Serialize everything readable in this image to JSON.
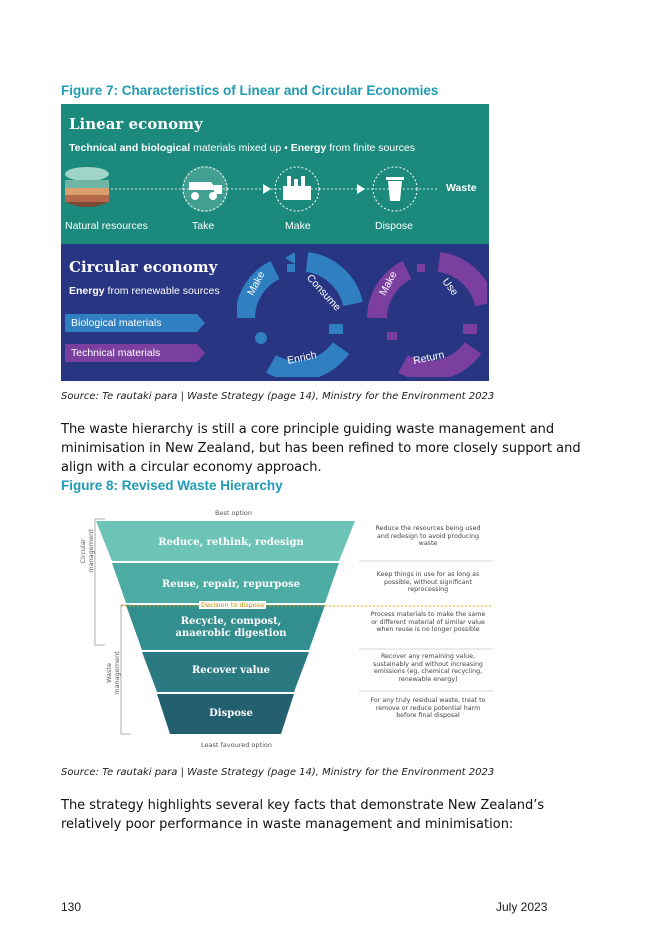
{
  "figure7": {
    "title": "Figure 7:  Characteristics of Linear and Circular Economies",
    "linear_heading": "Linear economy",
    "linear_sub_bold1": "Technical and biological",
    "linear_sub_mid": " materials mixed up • ",
    "linear_sub_bold2": "Energy",
    "linear_sub_end": " from finite sources",
    "stages": [
      "Natural resources",
      "Take",
      "Make",
      "Dispose"
    ],
    "waste_label": "Waste",
    "circular_heading": "Circular economy",
    "circular_sub_bold": "Energy",
    "circular_sub_end": " from renewable sources",
    "biological_label": "Biological materials",
    "technical_label": "Technical materials",
    "loop1": [
      "Make",
      "Consume",
      "Enrich"
    ],
    "loop2": [
      "Make",
      "Use",
      "Return"
    ],
    "source": "Source: Te rautaki para | Waste Strategy (page 14), Ministry for the Environment 2023"
  },
  "paragraph1": "The waste hierarchy is still a core principle guiding waste management and minimisation in New Zealand, but has been refined to more closely support and align with a circular economy approach.",
  "figure8": {
    "title": "Figure 8:  Revised Waste Hierarchy",
    "best_option": "Best option",
    "least_option": "Least favoured option",
    "decision_label": "Decision to dispose",
    "circular_management": "Circular management",
    "waste_management": "Waste management",
    "tiers": [
      {
        "label": "Reduce, rethink, redesign",
        "desc": "Reduce the resources being used and redesign to avoid producing waste"
      },
      {
        "label": "Reuse, repair, repurpose",
        "desc": "Keep things in use for as long as possible, without significant reprocessing"
      },
      {
        "label": "Recycle, compost, anaerobic digestion",
        "desc": "Process materials to make the same or different material of similar value when reuse is no longer possible"
      },
      {
        "label": "Recover value",
        "desc": "Recover any remaining value, sustainably and without increasing emissions (eg, chemical recycling, renewable energy)"
      },
      {
        "label": "Dispose",
        "desc": "For any truly residual waste, treat to remove or reduce potential harm before final disposal"
      }
    ],
    "source": "Source: Te rautaki para | Waste Strategy (page 14), Ministry for the Environment 2023"
  },
  "paragraph2": "The strategy highlights several key facts that demonstrate New Zealand’s relatively poor performance in waste management and minimisation:",
  "footer": {
    "page": "130",
    "date": "July 2023"
  },
  "colors": {
    "accent": "#1f9bb3",
    "linear_bg": "#1b8a7c",
    "circular_bg": "#283583",
    "bio": "#2f7fc1",
    "tech": "#7b3fa0"
  }
}
